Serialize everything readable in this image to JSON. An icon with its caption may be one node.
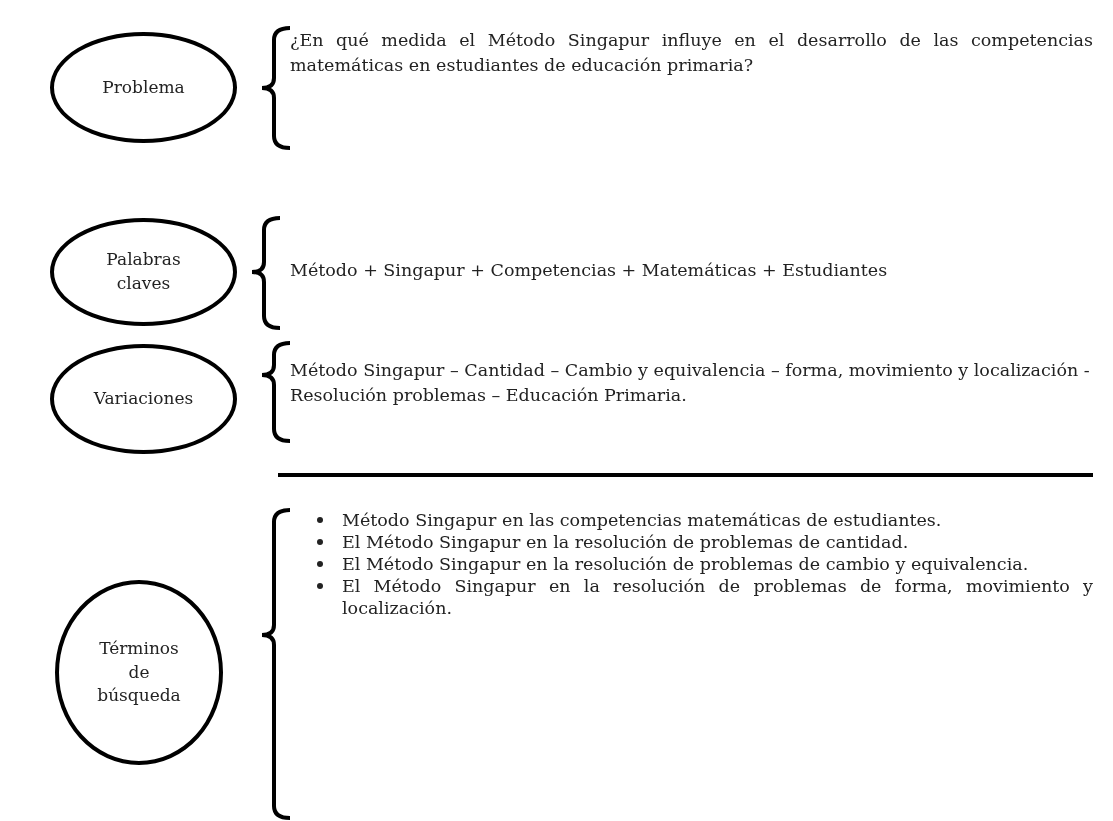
{
  "diagram": {
    "nodes": [
      {
        "text": [
          "Problema"
        ],
        "beside": [
          "¿En qué medida el Método Singapur influye en el desarrollo de las competencias matemáticas en estudiantes de educación primaria?"
        ]
      },
      {
        "text": [
          "Palabras claves"
        ],
        "beside": [
          "Método + Singapur + Competencias + Matemáticas + Estudiantes"
        ]
      },
      {
        "text": [
          "Variaciones"
        ],
        "beside": [
          "Método Singapur – Cantidad – Cambio y equivalencia – forma, movimiento y localización - Resolución problemas – Educación Primaria."
        ]
      },
      {
        "text": [
          "Términos de búsqueda"
        ],
        "beside": [
          "Método Singapur en las competencias matemáticas de estudiantes.",
          "El Método Singapur en la resolución de problemas de cantidad.",
          "El Método Singapur en la resolución de problemas de cambio y equivalencia.",
          "El Método Singapur en la resolución de problemas de forma, movimiento y localización."
        ]
      }
    ]
  }
}
